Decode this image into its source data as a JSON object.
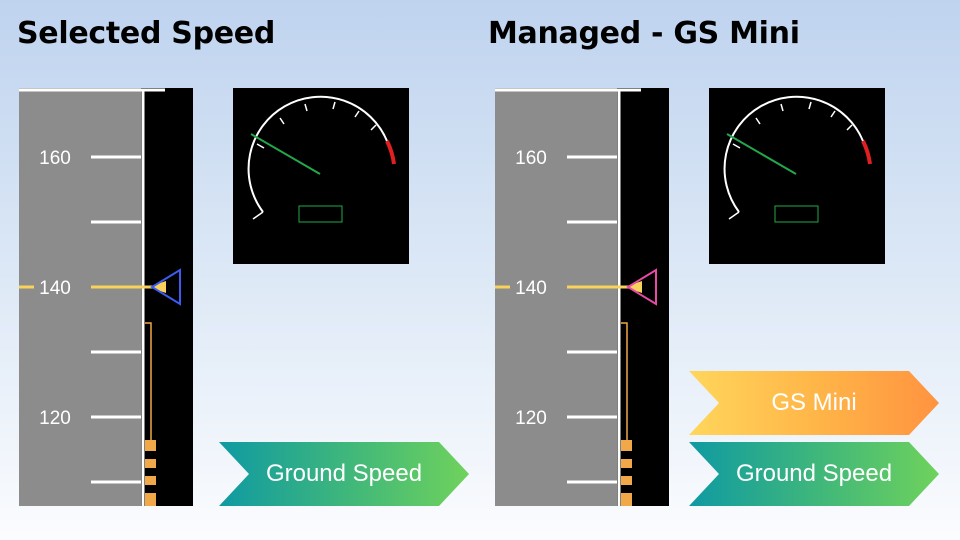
{
  "left": {
    "title": "Selected Speed",
    "tape_labels": [
      "160",
      "140",
      "120"
    ],
    "selected_speed_marker_color": "#3d5bf0",
    "ground_speed_label": "Ground Speed"
  },
  "right": {
    "title": "Managed - GS Mini",
    "tape_labels": [
      "160",
      "140",
      "120"
    ],
    "selected_speed_marker_color": "#e84aa6",
    "gs_mini_label": "GS Mini",
    "ground_speed_label": "Ground Speed"
  },
  "colors": {
    "tape_background": "#8c8c8c",
    "speed_reference_line": "#f8d25a",
    "trend_band": "#f0a848",
    "dial_needle": "#22a84a",
    "dial_redline": "#e02020",
    "gs_arrow_gradient": [
      "#0f9aa2",
      "#6fd25c"
    ],
    "gs_mini_arrow_gradient": [
      "#ffd65c",
      "#ff9340"
    ]
  }
}
